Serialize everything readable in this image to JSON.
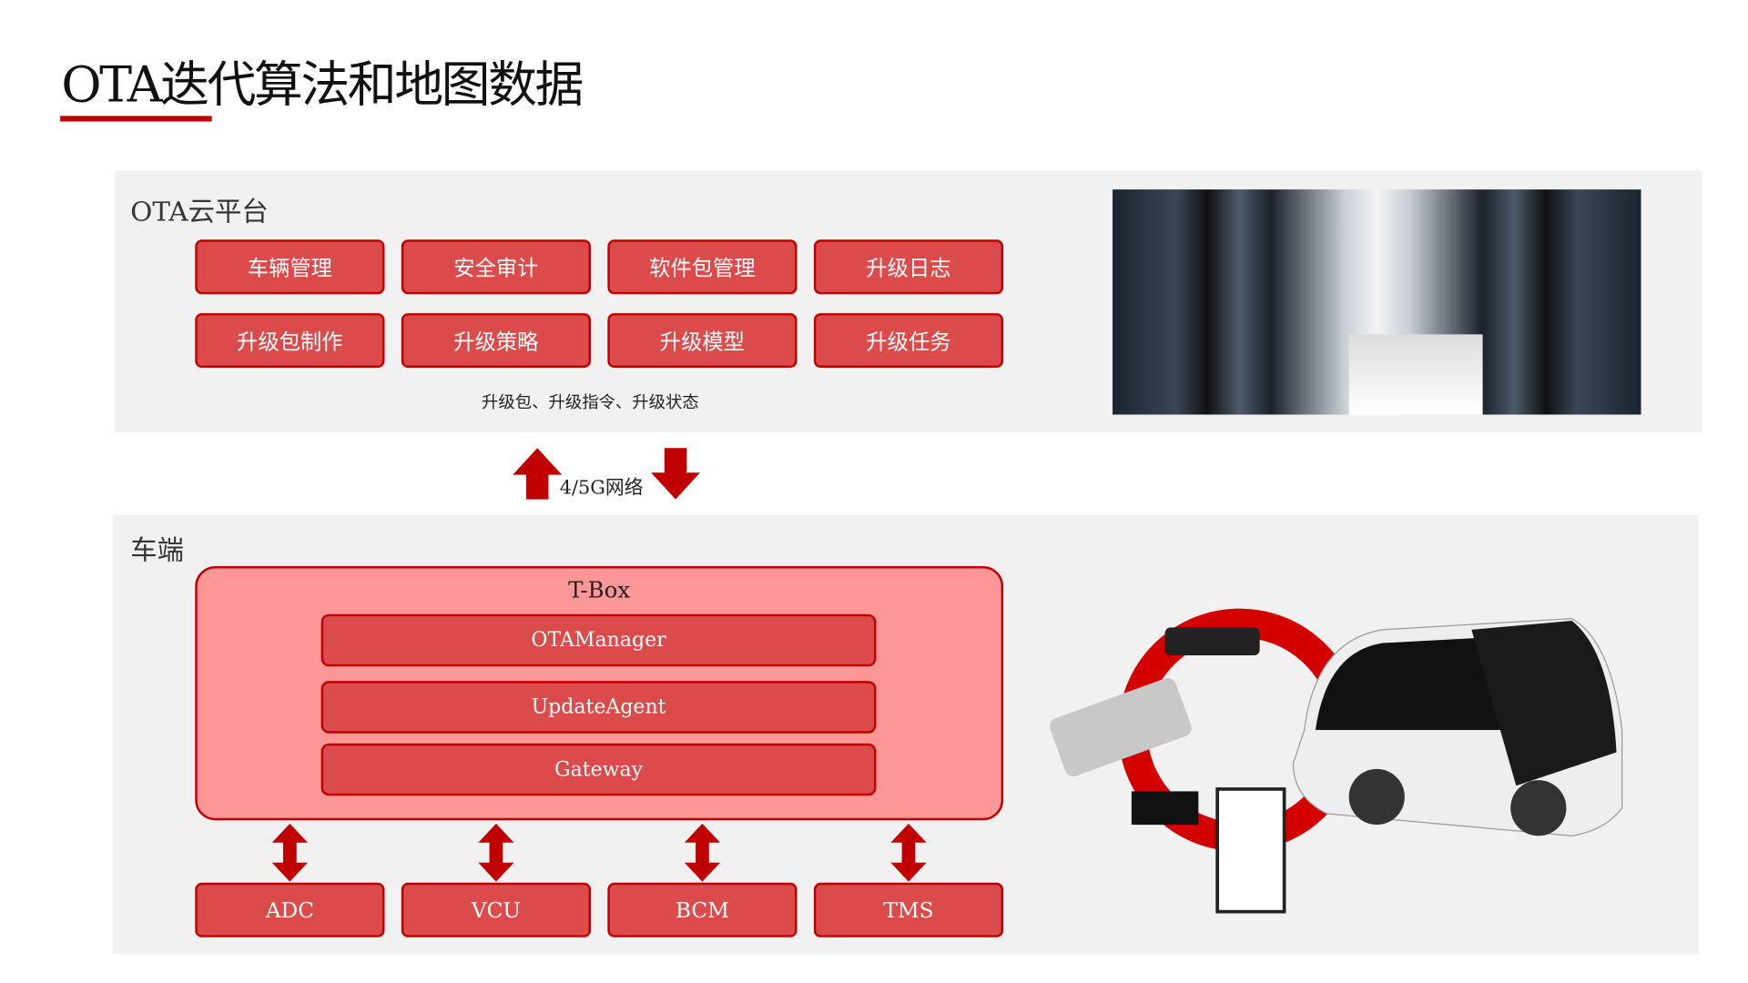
{
  "title": "OTA迭代算法和地图数据",
  "cloud": {
    "label": "OTA云平台",
    "buttons": [
      "车辆管理",
      "安全审计",
      "软件包管理",
      "升级日志",
      "升级包制作",
      "升级策略",
      "升级模型",
      "升级任务"
    ],
    "caption": "升级包、升级指令、升级状态"
  },
  "network": {
    "label": "4/5G网络"
  },
  "vehicle": {
    "label": "车端",
    "tbox": {
      "label": "T-Box",
      "layers": [
        "OTAManager",
        "UpdateAgent",
        "Gateway"
      ]
    },
    "ecus": [
      "ADC",
      "VCU",
      "BCM",
      "TMS"
    ]
  },
  "colors": {
    "accent": "#c00000",
    "button": "#db4b4b",
    "tbox": "#fd9696",
    "panel": "#f1f1f1"
  }
}
